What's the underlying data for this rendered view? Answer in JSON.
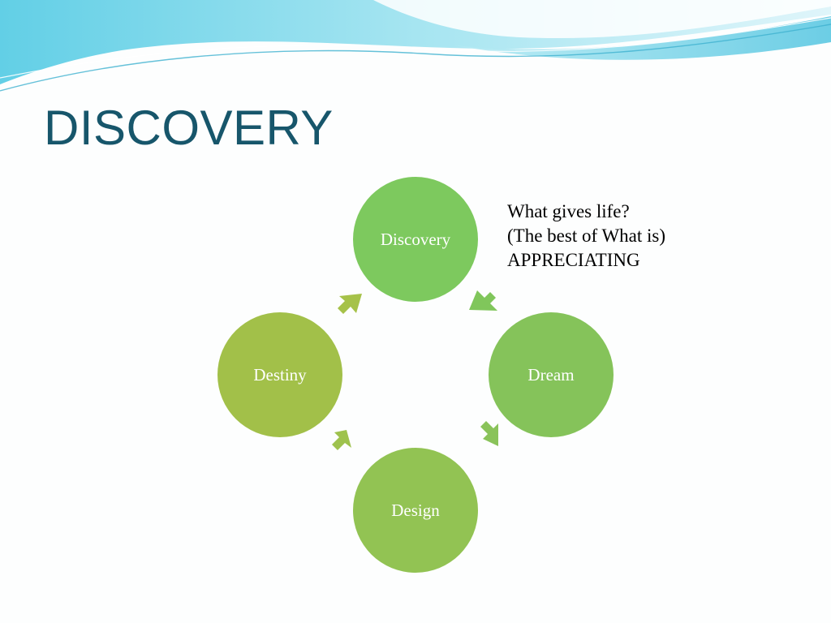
{
  "slide": {
    "title": "DISCOVERY"
  },
  "diagram": {
    "type": "cycle",
    "nodes": [
      {
        "id": "discovery",
        "label": "Discovery",
        "color": "#7dc95e"
      },
      {
        "id": "dream",
        "label": "Dream",
        "color": "#85c35a"
      },
      {
        "id": "design",
        "label": "Design",
        "color": "#92c353"
      },
      {
        "id": "destiny",
        "label": "Destiny",
        "color": "#a2c049"
      }
    ],
    "arrow_color_start": "#7dc95e",
    "arrow_color_end": "#a6c249"
  },
  "annotation": {
    "lines": [
      "What gives life?",
      "(The best of What is)",
      "APPRECIATING"
    ]
  },
  "theme": {
    "title_color": "#17566b",
    "wave_colors": [
      "#6fd6e8",
      "#a9e6f0",
      "#3fb7d4"
    ]
  }
}
